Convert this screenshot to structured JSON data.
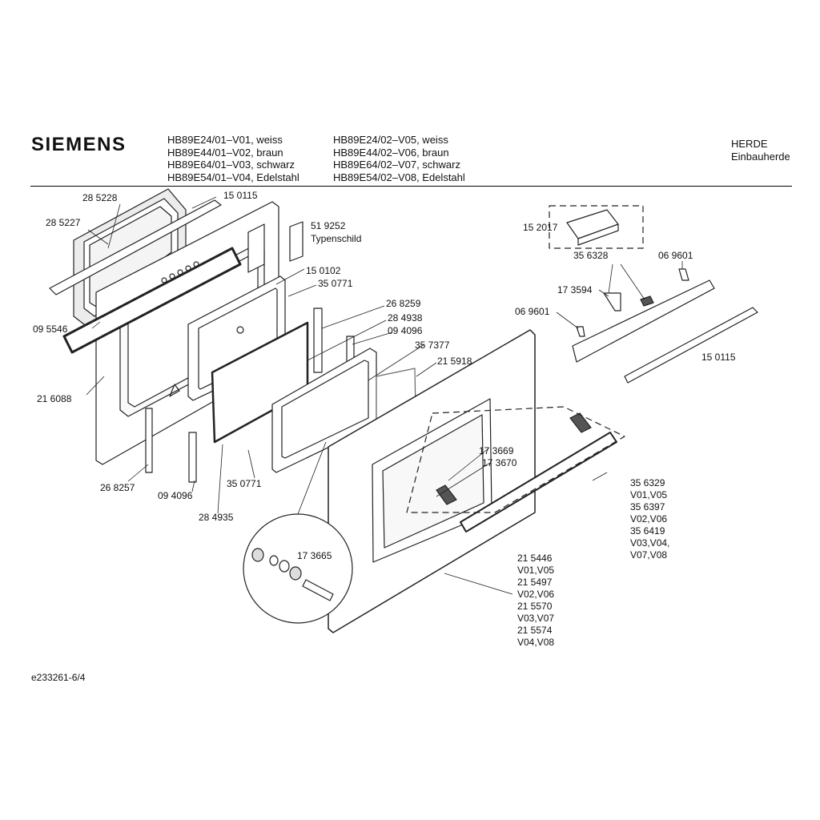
{
  "header": {
    "brand": "SIEMENS",
    "models_left": [
      "HB89E24/01–V01, weiss",
      "HB89E44/01–V02, braun",
      "HB89E64/01–V03, schwarz",
      "HB89E54/01–V04, Edelstahl"
    ],
    "models_right": [
      "HB89E24/02–V05, weiss",
      "HB89E44/02–V06, braun",
      "HB89E64/02–V07, schwarz",
      "HB89E54/02–V08, Edelstahl"
    ],
    "category_line1": "HERDE",
    "category_line2": "Einbauherde"
  },
  "parts": {
    "p285228": "28 5228",
    "p150115_top": "15 0115",
    "p285227": "28 5227",
    "p519252": "51 9252",
    "typenschild": "Typenschild",
    "p150102": "15 0102",
    "p350771_top": "35 0771",
    "p095546": "09 5546",
    "p268259": "26 8259",
    "p284938": "28 4938",
    "p094096_top": "09 4096",
    "p357377": "35 7377",
    "p215918": "21 5918",
    "p216088": "21 6088",
    "p268257": "26 8257",
    "p094096_bottom": "09 4096",
    "p350771_bottom": "35 0771",
    "p284935": "28 4935",
    "p173669": "17 3669",
    "p173670": "17 3670",
    "p173665": "17 3665",
    "p152017": "15 2017",
    "p356328": "35 6328",
    "p069601_right": "06 9601",
    "p173594": "17 3594",
    "p069601_left": "06 9601",
    "p150115_right": "15 0115"
  },
  "handle_variants": [
    "35 6329",
    "V01,V05",
    "35 6397",
    "V02,V06",
    "35 6419",
    "V03,V04,",
    "V07,V08"
  ],
  "door_variants": [
    "21 5446",
    "V01,V05",
    "21 5497",
    "V02,V06",
    "21 5570",
    "V03,V07",
    "21 5574",
    "V04,V08"
  ],
  "footer": {
    "doc_id": "e233261-6/4"
  }
}
